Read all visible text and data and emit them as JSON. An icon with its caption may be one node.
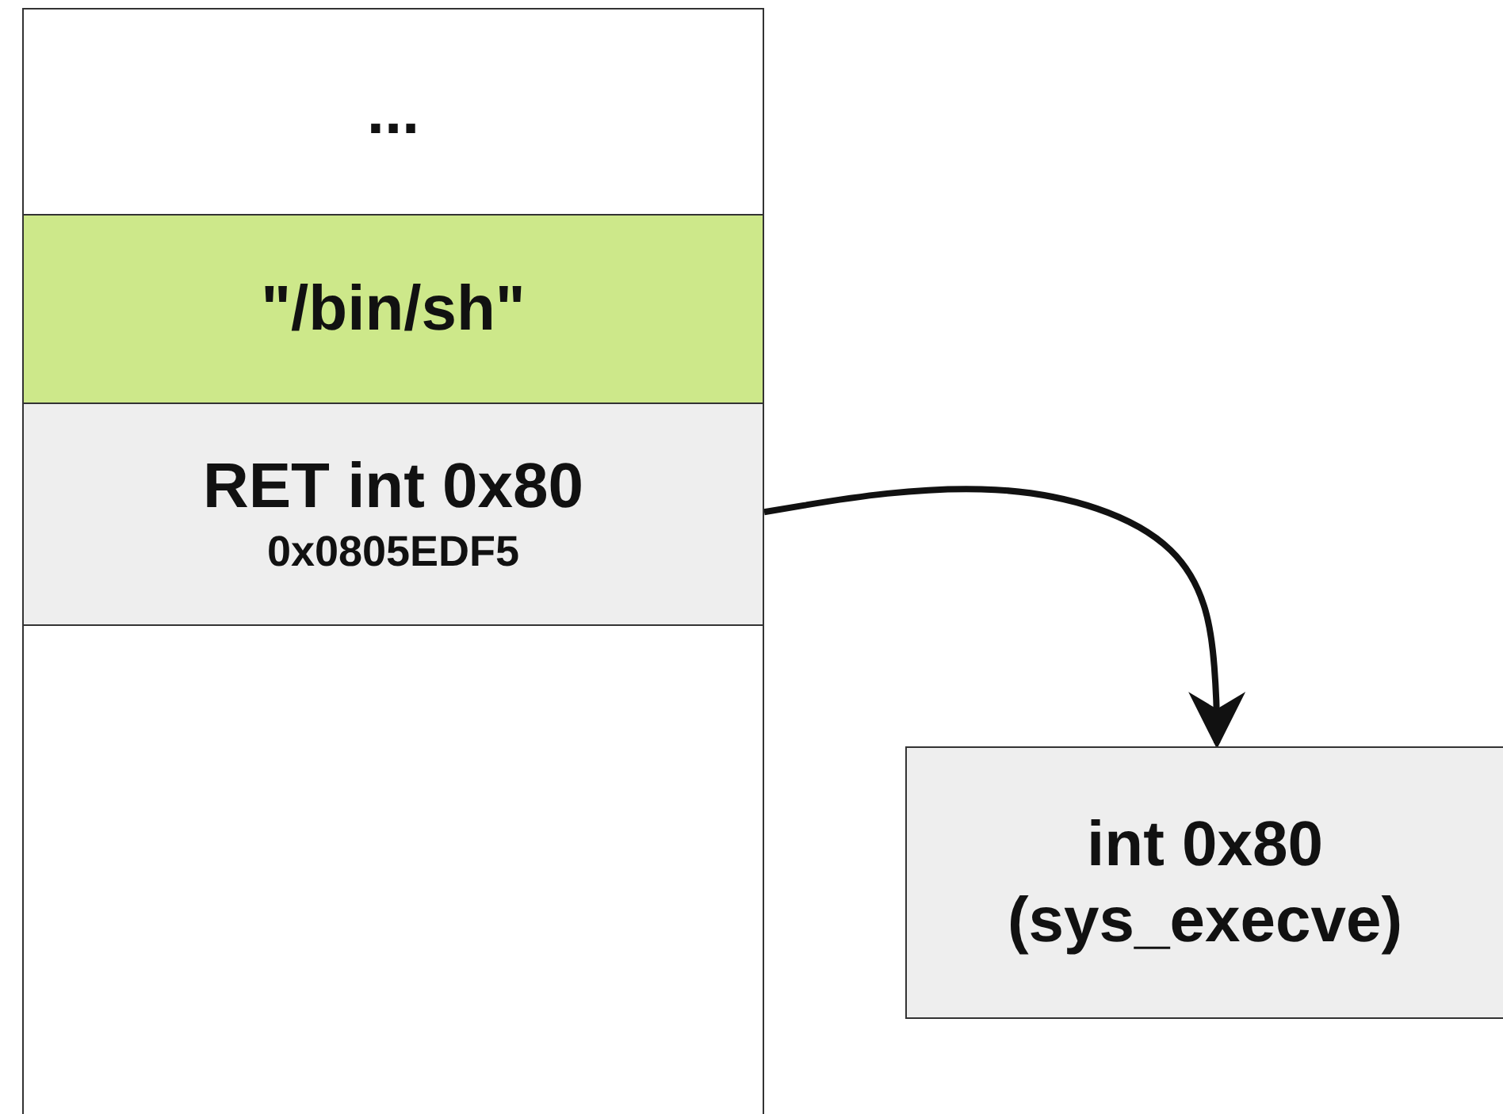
{
  "diagram": {
    "nodes": [
      {
        "text": [
          "..."
        ]
      },
      {
        "text": [
          "\"/bin/sh\""
        ]
      },
      {
        "text": [
          "RET int 0x80",
          "0x0805EDF5"
        ]
      },
      {
        "text": [],
        "shape": "box"
      },
      {
        "text": [
          "int 0x80 (sys_execve)"
        ]
      }
    ],
    "edges": [
      {
        "from": 2,
        "to": 4,
        "arrow": "to"
      }
    ]
  }
}
